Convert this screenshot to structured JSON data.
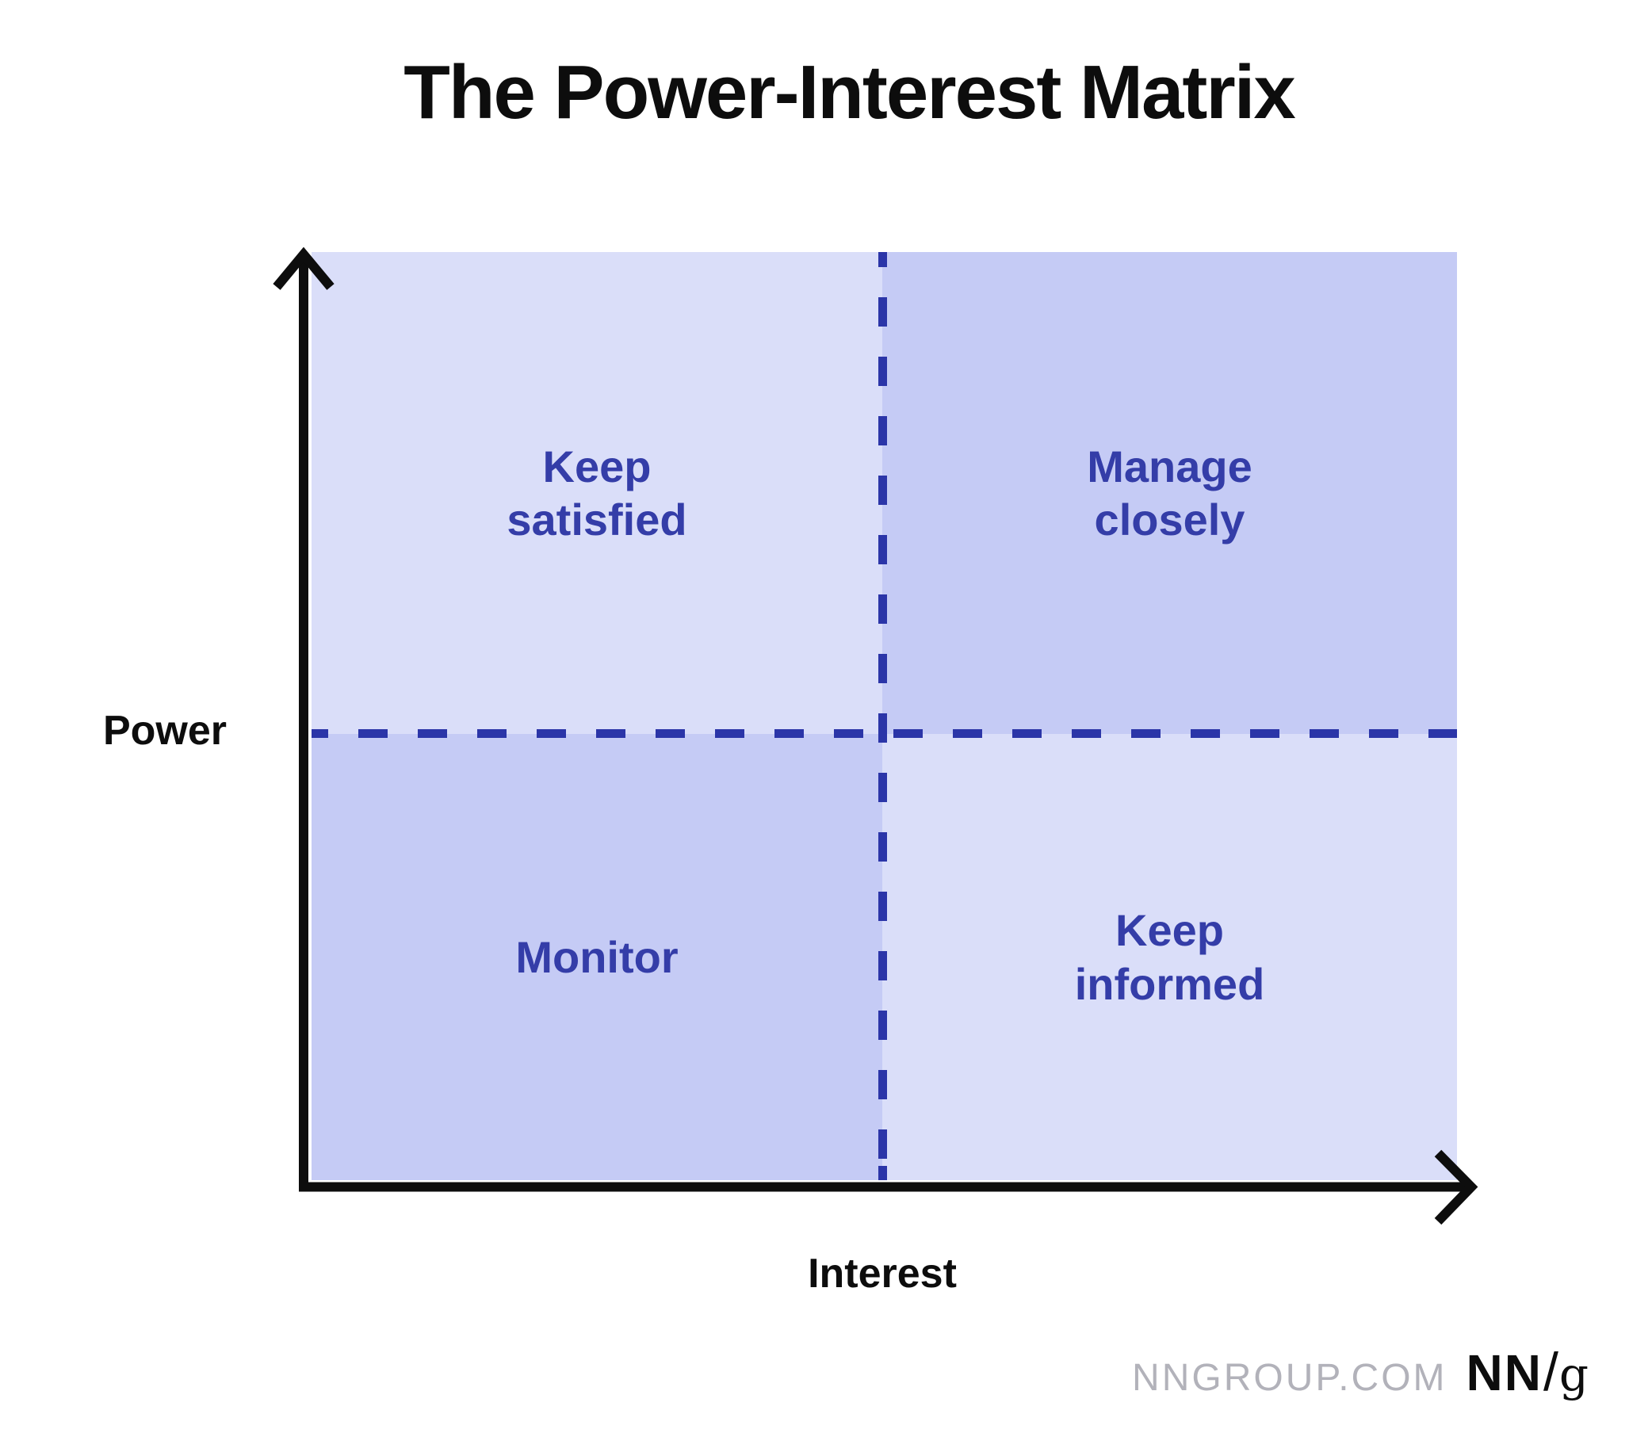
{
  "title": "The Power-Interest Matrix",
  "axes": {
    "y_label": "Power",
    "x_label": "Interest"
  },
  "quadrants": [
    {
      "id": "keep-satisfied",
      "position": "top-left",
      "label": "Keep\nsatisfied",
      "shade": "light"
    },
    {
      "id": "manage-closely",
      "position": "top-right",
      "label": "Manage\nclosely",
      "shade": "dark"
    },
    {
      "id": "monitor",
      "position": "bottom-left",
      "label": "Monitor",
      "shade": "dark"
    },
    {
      "id": "keep-informed",
      "position": "bottom-right",
      "label": "Keep\ninformed",
      "shade": "light"
    }
  ],
  "footer": {
    "site": "NNGROUP.COM",
    "logo": {
      "nn": "NN",
      "slash": "/",
      "g": "g"
    }
  },
  "colors": {
    "quadrant_light": "#dadef9",
    "quadrant_dark": "#c5cbf5",
    "divider_blue": "#2b35a8",
    "label_blue": "#343da8",
    "axis_black": "#0d0d0d",
    "footer_gray": "#b2b2ba"
  }
}
